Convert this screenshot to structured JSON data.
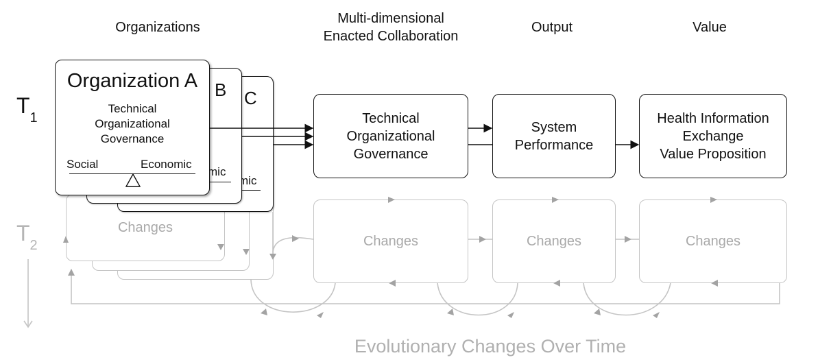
{
  "headers": {
    "organizations": "Organizations",
    "collaboration_line1": "Multi-dimensional",
    "collaboration_line2": "Enacted Collaboration",
    "output": "Output",
    "value": "Value"
  },
  "time_labels": {
    "t1_letter": "T",
    "t1_sub": "1",
    "t2_letter": "T",
    "t2_sub": "2"
  },
  "org_cards": {
    "front_title": "Organization A",
    "middle_title": "B",
    "back_title": "C",
    "dimensions": [
      "Technical",
      "Organizational",
      "Governance"
    ],
    "social": "Social",
    "economic": "Economic",
    "middle_economic_fragment": "mic",
    "back_economic_fragment": "mic"
  },
  "t1_boxes": {
    "collaboration": [
      "Technical",
      "Organizational",
      "Governance"
    ],
    "output": [
      "System",
      "Performance"
    ],
    "value": [
      "Health Information",
      "Exchange",
      "Value Proposition"
    ]
  },
  "t2_boxes": {
    "org_changes": "Changes",
    "collaboration_changes": "Changes",
    "output_changes": "Changes",
    "value_changes": "Changes"
  },
  "footer": "Evolutionary Changes Over Time",
  "colors": {
    "primary": "#111111",
    "faded": "#c4c4c4",
    "faded_text": "#a9a9a9"
  }
}
